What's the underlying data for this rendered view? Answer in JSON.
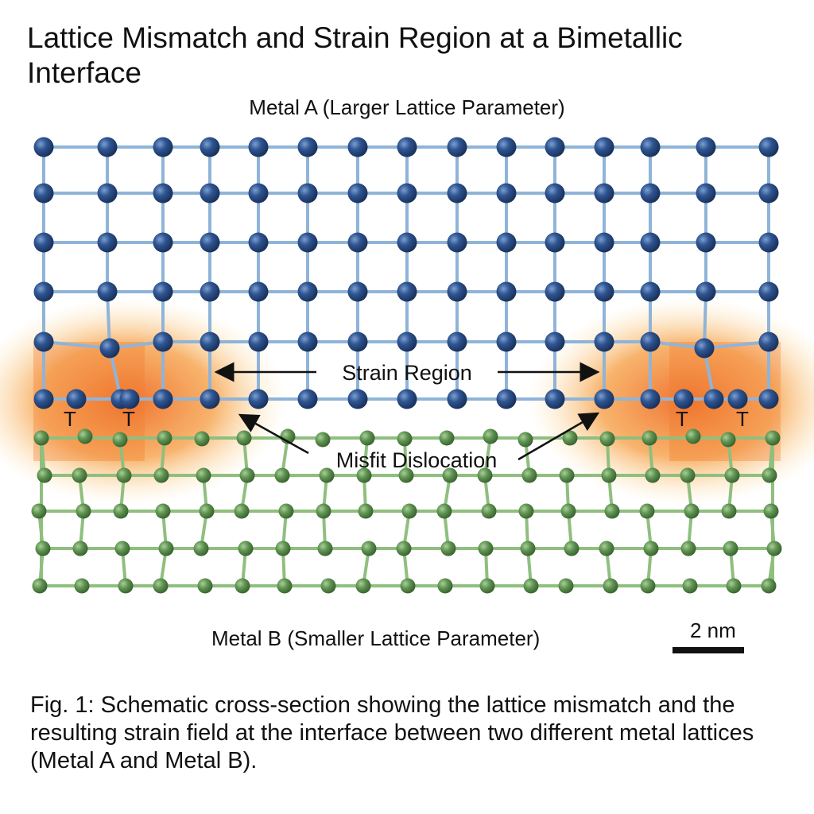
{
  "title": "Lattice Mismatch and Strain Region at a Bimetallic Interface",
  "metal_a_label": "Metal A (Larger Lattice Parameter)",
  "metal_b_label": "Metal B (Smaller Lattice Parameter)",
  "strain_label": "Strain Region",
  "dislocation_label": "Misfit Dislocation",
  "dislocation_symbol": "T",
  "scale_bar_label": "2 nm",
  "caption": "Fig. 1: Schematic cross-section showing the lattice mismatch and the resulting strain field at the interface between two different metal lattices (Metal A and Metal B).",
  "colors": {
    "metal_a_atom": "#2c4f86",
    "metal_a_bond": "#8fb4d8",
    "metal_b_atom": "#5c8f4f",
    "metal_b_bond": "#8fbf7f",
    "strain": "#f07a2a"
  }
}
